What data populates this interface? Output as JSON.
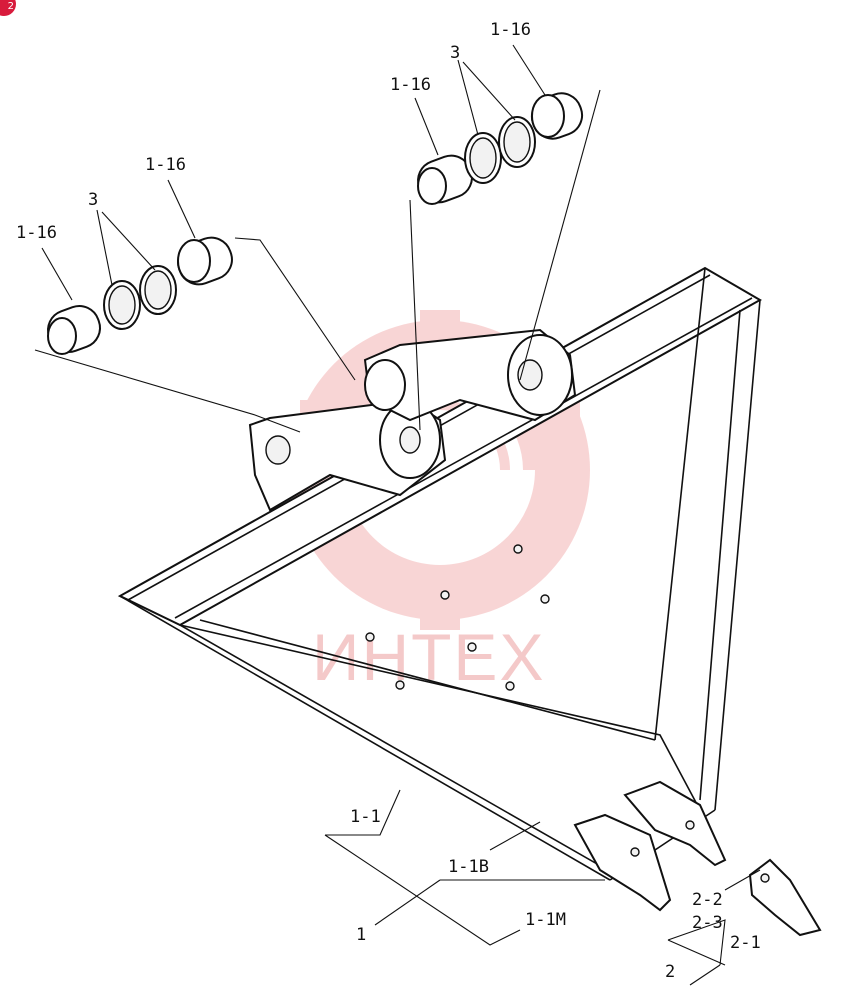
{
  "badge": {
    "text": "2",
    "color": "#d81b3c"
  },
  "watermark": {
    "text": "ИНТЕХ",
    "color": "#f4c9c9"
  },
  "labels": {
    "l116a": "1-16",
    "l116b": "1-16",
    "l116c": "1-16",
    "l116d": "1-16",
    "l3a": "3",
    "l3b": "3",
    "l11": "1-1",
    "l11b": "1-1B",
    "l11m": "1-1M",
    "l1": "1",
    "l22": "2-2",
    "l23": "2-3",
    "l21": "2-1",
    "l2": "2"
  }
}
